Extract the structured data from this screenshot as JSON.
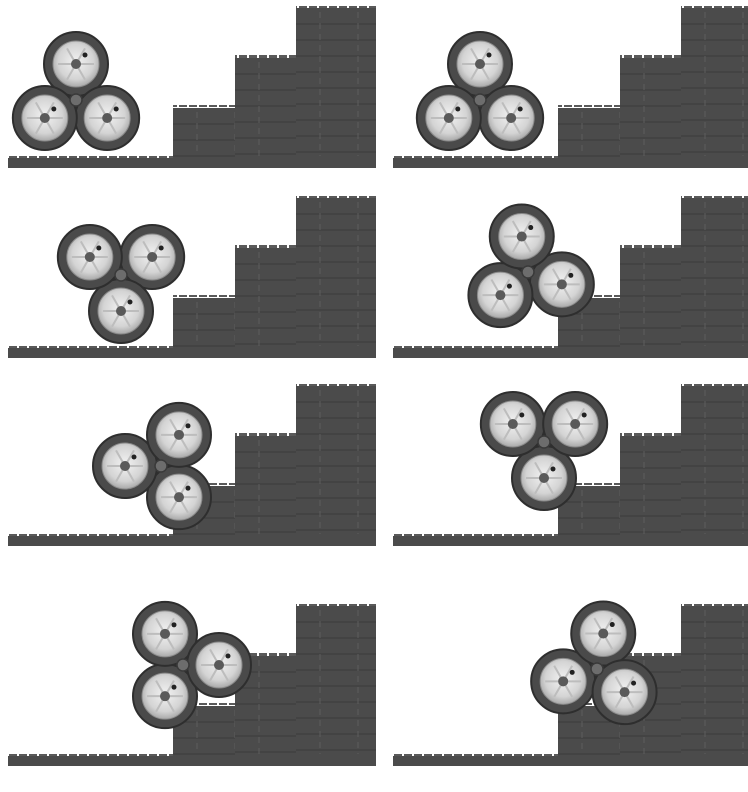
{
  "figure": {
    "description_free": true,
    "panel_count": 8,
    "colors": {
      "background": "#ffffff",
      "brick": "#4b4b4b",
      "brick_stud": "#555555",
      "brick_seam": "#3b3b3b",
      "tire": "#4a4a4a",
      "tire_edge": "#2e2e2e",
      "rim": "#d8d8d8",
      "hub_center": "#5a5a5a",
      "frame": "#5c5c5c"
    },
    "icons": [
      "tri-star-wheel-cluster",
      "lego-stair-steps"
    ]
  },
  "panels": [
    {
      "sequence": 1,
      "rotation_deg": 0
    },
    {
      "sequence": 2,
      "rotation_deg": 0
    },
    {
      "sequence": 3,
      "rotation_deg": 60
    },
    {
      "sequence": 4,
      "rotation_deg": 110
    },
    {
      "sequence": 5,
      "rotation_deg": 150
    },
    {
      "sequence": 6,
      "rotation_deg": 180
    },
    {
      "sequence": 7,
      "rotation_deg": 210
    },
    {
      "sequence": 8,
      "rotation_deg": 250
    }
  ]
}
